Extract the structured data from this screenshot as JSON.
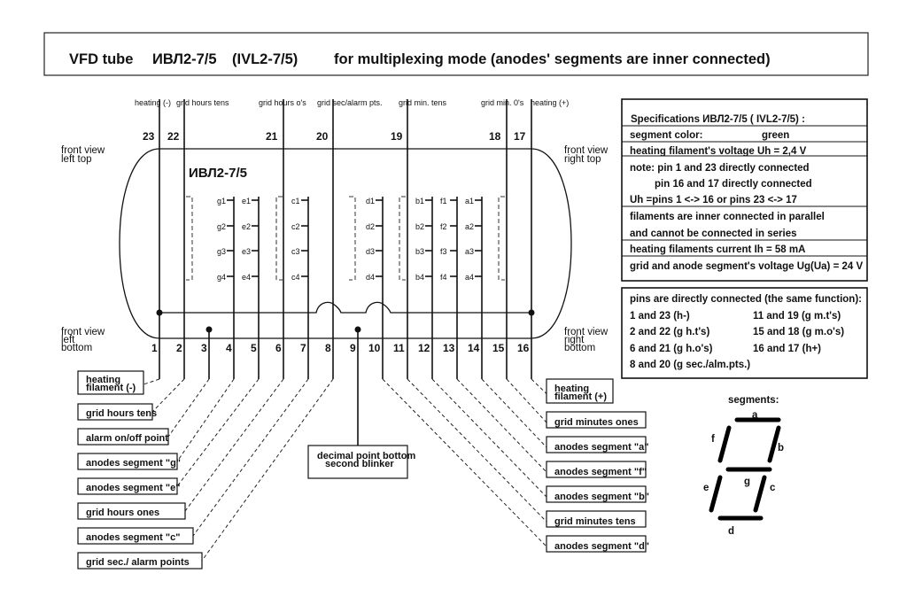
{
  "title": {
    "prefix": "VFD tube",
    "model_cyrillic": "ИВЛ2-7/5",
    "model_latin": "(IVL2-7/5)",
    "description": "for  multiplexing mode (anodes'  segments are inner connected)"
  },
  "tube_label": "ИВЛ2-7/5",
  "views": {
    "left_top": [
      "front view",
      "left  top"
    ],
    "right_top": [
      "front view",
      "right top"
    ],
    "left_bottom": [
      "front view",
      "left",
      "bottom"
    ],
    "right_bottom": [
      "front view",
      "right",
      "bottom"
    ]
  },
  "top_pins": [
    {
      "num": "23",
      "func": "heating (-)"
    },
    {
      "num": "22",
      "func": "grid hours tens"
    },
    {
      "num": "21",
      "func": "grid hours o's"
    },
    {
      "num": "20",
      "func": "grid sec/alarm pts."
    },
    {
      "num": "19",
      "func": "grid min. tens"
    },
    {
      "num": "18",
      "func": "grid min. 0's"
    },
    {
      "num": "17",
      "func": "heating (+)"
    }
  ],
  "bottom_pins": [
    "1",
    "2",
    "3",
    "4",
    "5",
    "6",
    "7",
    "8",
    "9",
    "10",
    "11",
    "12",
    "13",
    "14",
    "15",
    "16"
  ],
  "digit_groups": [
    {
      "name": "g",
      "labels": [
        "g1",
        "g2",
        "g3",
        "g4"
      ]
    },
    {
      "name": "e",
      "labels": [
        "e1",
        "e2",
        "e3",
        "e4"
      ]
    },
    {
      "name": "c",
      "labels": [
        "c1",
        "c2",
        "c3",
        "c4"
      ]
    },
    {
      "name": "d",
      "labels": [
        "d1",
        "d2",
        "d3",
        "d4"
      ]
    },
    {
      "name": "b",
      "labels": [
        "b1",
        "b2",
        "b3",
        "b4"
      ]
    },
    {
      "name": "f",
      "labels": [
        "f1",
        "f2",
        "f3",
        "f4"
      ]
    },
    {
      "name": "a",
      "labels": [
        "a1",
        "a2",
        "a3",
        "a4"
      ]
    }
  ],
  "left_labels": [
    [
      "heating",
      "filament (-)"
    ],
    [
      "grid hours tens"
    ],
    [
      "alarm on/off point"
    ],
    [
      "anodes segment \"g\""
    ],
    [
      "anodes segment \"e\""
    ],
    [
      "grid  hours  ones"
    ],
    [
      "anodes segment \"c\""
    ],
    [
      "grid sec./ alarm points"
    ]
  ],
  "center_label": [
    "decimal point bottom",
    "second blinker"
  ],
  "right_labels": [
    [
      "heating",
      "filament (+)"
    ],
    [
      "grid minutes ones"
    ],
    [
      "anodes segment \"a\""
    ],
    [
      "anodes segment \"f\""
    ],
    [
      "anodes segment \"b\""
    ],
    [
      "grid minutes tens"
    ],
    [
      "anodes segment \"d\""
    ]
  ],
  "specifications": {
    "header": "Specifications ИВЛ2-7/5    ( IVL2-7/5) :",
    "segment_color_label": "segment color:",
    "segment_color_value": "green",
    "filament_voltage": "heating filament's voltage Uh = 2,4 V",
    "note": [
      "note: pin 1 and 23 directly connected",
      "pin 16 and 17 directly connected",
      "Uh =pins 1 <-> 16 or pins  23 <-> 17"
    ],
    "filaments": [
      "filaments are inner connected in parallel",
      "and cannot be connected in series"
    ],
    "filament_current": "heating filaments current    Ih = 58 mA",
    "grid_voltage": "grid and anode segment's voltage Ug(Ua) = 24 V"
  },
  "connected_pins": {
    "header": "pins are directly connected (the same function):",
    "left": [
      "1 and 23 (h-)",
      "2 and 22 (g h.t's)",
      "6 and 21 (g h.o's)",
      "8 and 20 (g sec./alm.pts.)"
    ],
    "right": [
      "11 and 19   (g m.t's)",
      "15 and 18   (g m.o's)",
      "16 and 17   (h+)"
    ]
  },
  "segments_legend": {
    "title": "segments:",
    "labels": {
      "a": "a",
      "b": "b",
      "c": "c",
      "d": "d",
      "e": "e",
      "f": "f",
      "g": "g"
    }
  }
}
